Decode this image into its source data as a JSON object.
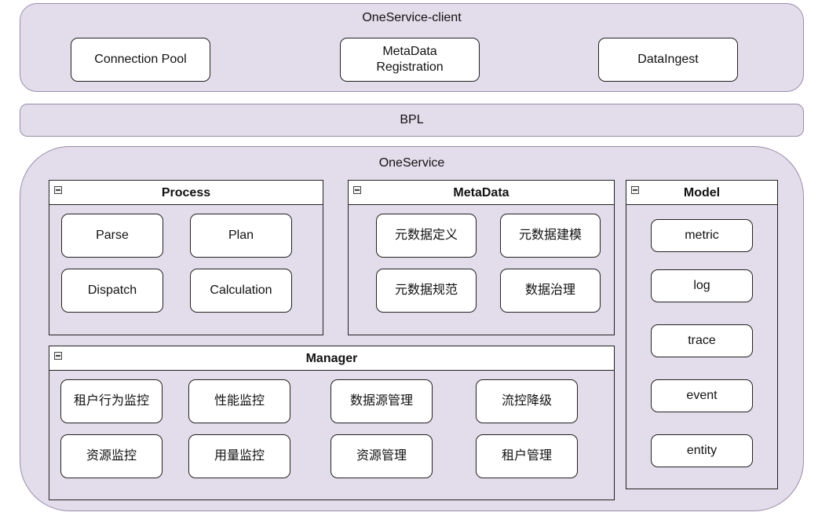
{
  "client": {
    "title": "OneService-client",
    "components": [
      "Connection Pool",
      "MetaData\nRegistration",
      "DataIngest"
    ]
  },
  "bpl": {
    "title": "BPL"
  },
  "service": {
    "title": "OneService",
    "process": {
      "title": "Process",
      "items": [
        "Parse",
        "Plan",
        "Dispatch",
        "Calculation"
      ]
    },
    "metadata": {
      "title": "MetaData",
      "items": [
        "元数据定义",
        "元数据建模",
        "元数据规范",
        "数据治理"
      ]
    },
    "model": {
      "title": "Model",
      "items": [
        "metric",
        "log",
        "trace",
        "event",
        "entity"
      ]
    },
    "manager": {
      "title": "Manager",
      "items": [
        "租户行为监控",
        "性能监控",
        "数据源管理",
        "流控降级",
        "资源监控",
        "用量监控",
        "资源管理",
        "租户管理"
      ]
    }
  },
  "colors": {
    "layer_fill": "#e3dcea",
    "layer_border": "#9a8cab",
    "box_fill": "#ffffff",
    "box_border": "#222222"
  }
}
